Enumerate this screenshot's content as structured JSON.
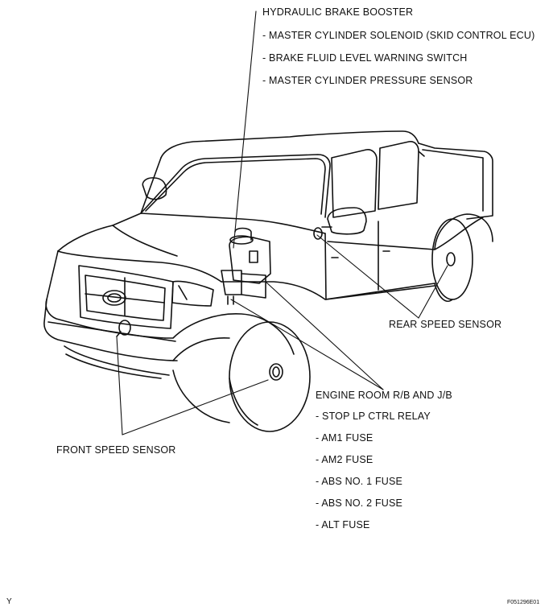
{
  "labels": {
    "booster_title": "HYDRAULIC BRAKE BOOSTER",
    "booster_items": [
      "- MASTER CYLINDER SOLENOID (SKID CONTROL ECU)",
      "- BRAKE FLUID LEVEL WARNING SWITCH",
      "- MASTER CYLINDER PRESSURE SENSOR"
    ],
    "rear_speed_sensor": "REAR SPEED SENSOR",
    "front_speed_sensor": "FRONT SPEED SENSOR",
    "engine_room_title": "ENGINE ROOM R/B AND J/B",
    "engine_room_items": [
      "- STOP LP CTRL RELAY",
      "- AM1 FUSE",
      "- AM2 FUSE",
      "- ABS NO. 1 FUSE",
      "- ABS NO. 2 FUSE",
      "- ALT FUSE"
    ]
  },
  "corner_left": "Y",
  "figure_code": "F051296E01",
  "colors": {
    "ink": "#111111",
    "background": "#ffffff"
  },
  "illustration": "pickup-truck-line-drawing"
}
